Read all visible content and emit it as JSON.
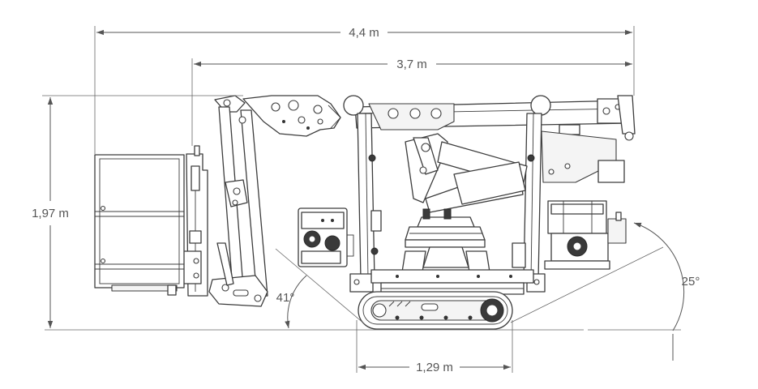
{
  "dimensions": {
    "overall_length": "4,4 m",
    "boom_length": "3,7 m",
    "height": "1,97 m",
    "track_length": "1,29 m",
    "front_angle": "41°",
    "rear_angle": "25°"
  },
  "colors": {
    "line": "#3c3c3c",
    "dimension": "#555555",
    "background": "#ffffff"
  }
}
